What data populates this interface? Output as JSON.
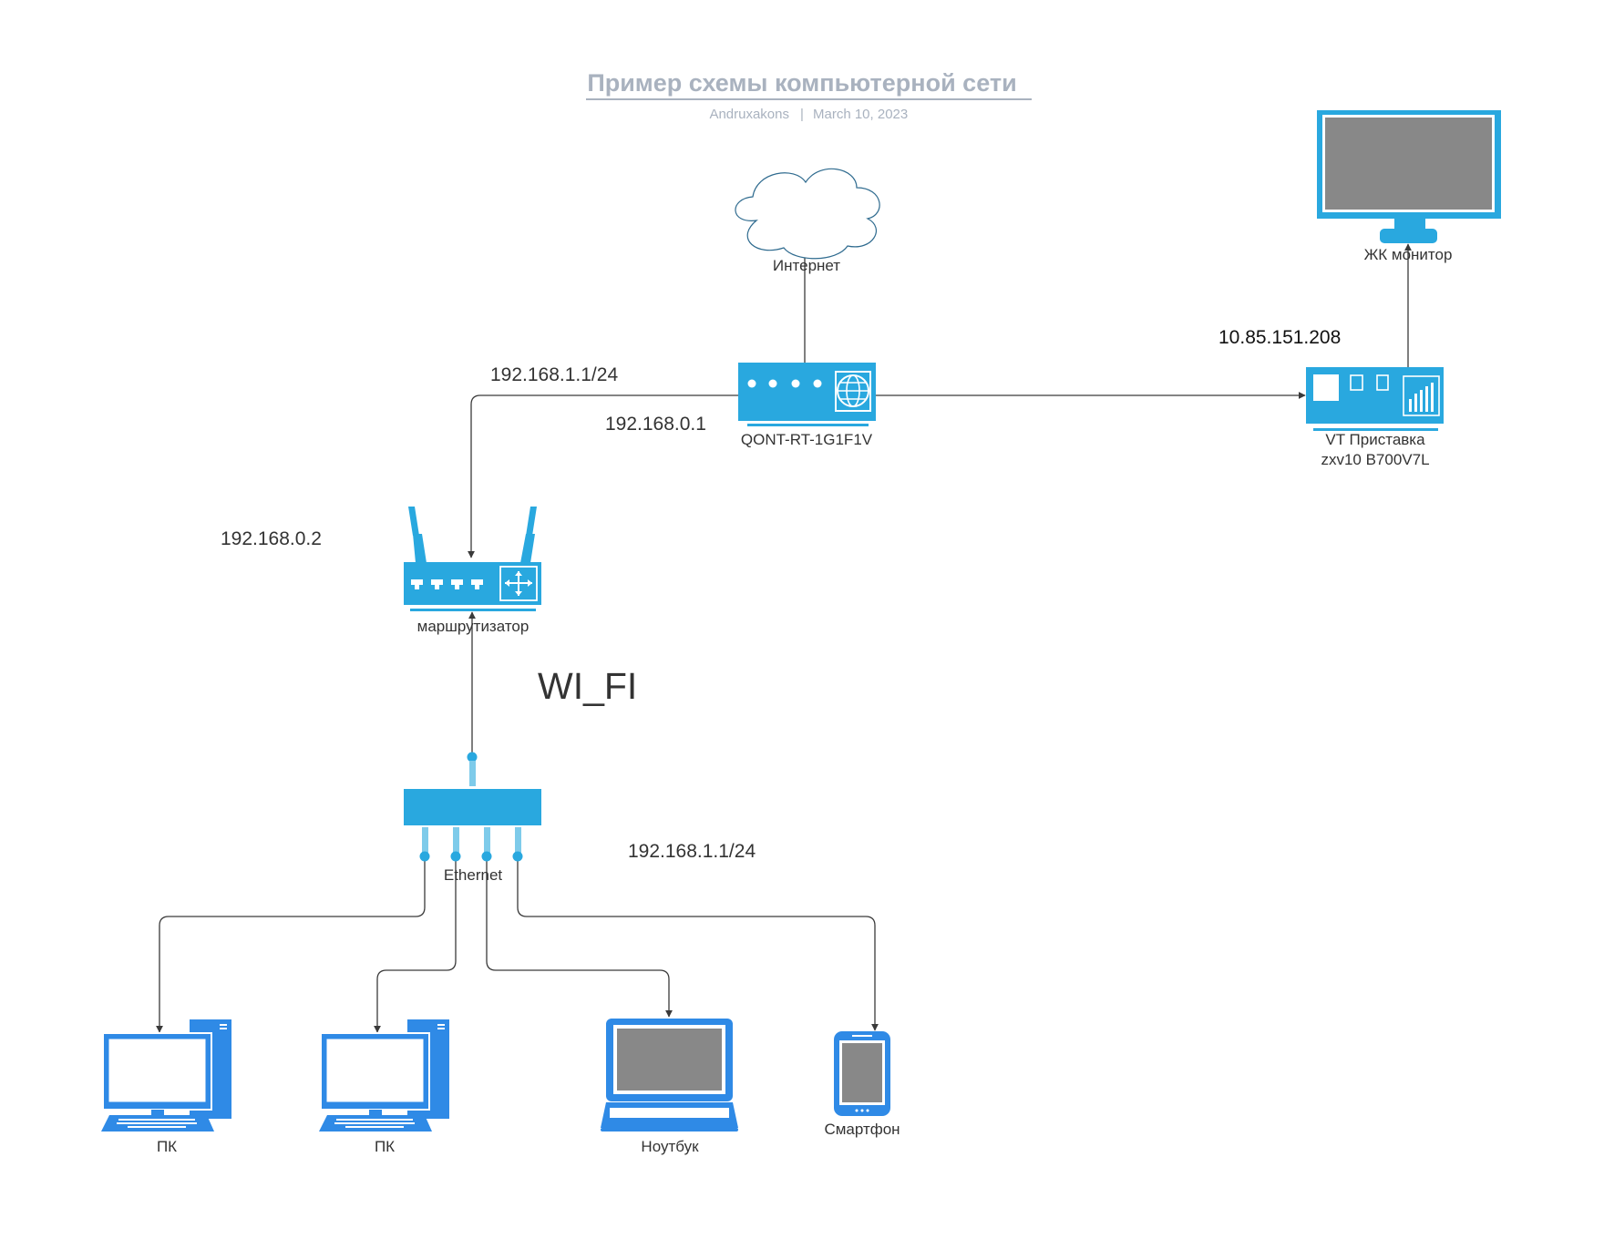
{
  "header": {
    "title": "Пример схемы компьютерной сети",
    "author": "Andruxakons",
    "separator": "|",
    "date": "March 10, 2023"
  },
  "nodes": {
    "internet": {
      "label": "Интернет",
      "icon": "cloud-icon"
    },
    "ont": {
      "label": "QONT-RT-1G1F1V",
      "icon": "modem-icon"
    },
    "router": {
      "label": "маршрутизатор",
      "icon": "wifi-router-icon"
    },
    "switch": {
      "label": "Ethernet",
      "icon": "switch-icon"
    },
    "stb": {
      "label_line1": "VT Приставка",
      "label_line2": "zxv10 B700V7L",
      "icon": "set-top-box-icon"
    },
    "monitor": {
      "label": "ЖК монитор",
      "icon": "monitor-icon"
    },
    "pc1": {
      "label": "ПК",
      "icon": "desktop-pc-icon"
    },
    "pc2": {
      "label": "ПК",
      "icon": "desktop-pc-icon"
    },
    "laptop": {
      "label": "Ноутбук",
      "icon": "laptop-icon"
    },
    "phone": {
      "label": "Смартфон",
      "icon": "smartphone-icon"
    }
  },
  "annotations": {
    "ip_ont_wan": "192.168.1.1/24",
    "ip_ont_lan": "192.168.0.1",
    "ip_router": "192.168.0.2",
    "ip_stb": "10.85.151.208",
    "wifi": "WI_FI",
    "ip_lan": "192.168.1.1/24"
  },
  "colors": {
    "device_blue": "#29a8df",
    "endpoint_blue": "#2f8ae6",
    "port_light": "#7ecbea",
    "screen_gray": "#888888",
    "title_gray": "#a9b2bf",
    "line": "#3a3a3a"
  }
}
